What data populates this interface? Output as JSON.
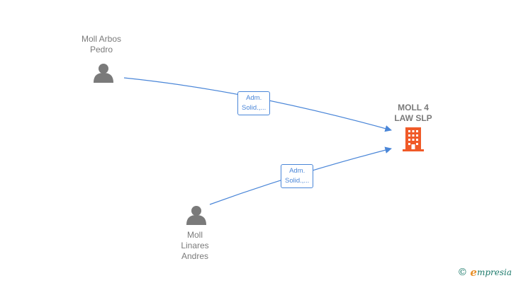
{
  "nodes": {
    "person1": {
      "label": "Moll Arbos\nPedro"
    },
    "person2": {
      "label": "Moll\nLinares\nAndres"
    },
    "company": {
      "label": "MOLL 4\nLAW  SLP"
    }
  },
  "edges": [
    {
      "label": "Adm.\nSolid.,..."
    },
    {
      "label": "Adm.\nSolid.,..."
    }
  ],
  "colors": {
    "edge": "#4a86d8",
    "person_icon": "#7a7a7a",
    "company_icon": "#f05a28",
    "brand": "#1c7a6b"
  },
  "brand": {
    "copyright": "©",
    "initial": "e",
    "name": "mpresia"
  }
}
